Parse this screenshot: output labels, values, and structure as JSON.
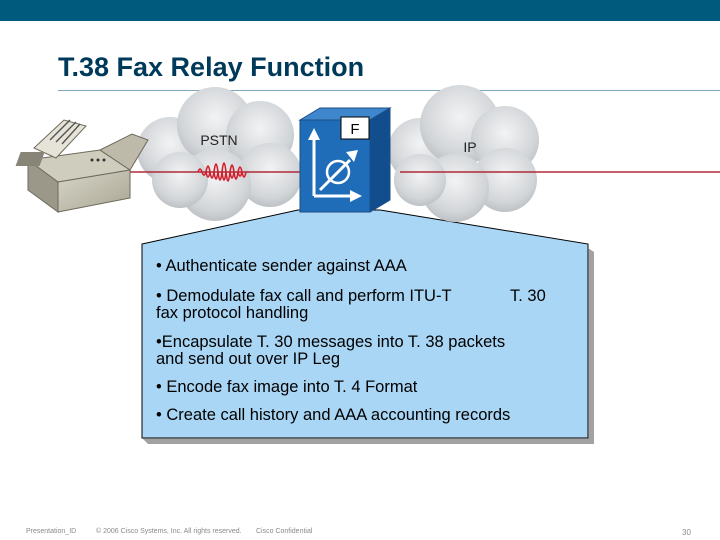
{
  "slide": {
    "title": "T.38 Fax Relay Function",
    "page_number": "30"
  },
  "diagram": {
    "pstn_label": "PSTN",
    "ip_label": "IP",
    "gateway_badge": "F"
  },
  "callout": {
    "bullet_1": "• Authenticate sender against AAA",
    "bullet_2_line_1": "• Demodulate fax call and perform ITU-T",
    "bullet_2_suffix": "T. 30",
    "bullet_2_line_2": "fax protocol handling",
    "bullet_3_line_1": "•Encapsulate T. 30 messages into T. 38 packets",
    "bullet_3_line_2": "and send out over IP Leg",
    "bullet_4": "• Encode fax image into T. 4 Format",
    "bullet_5": "• Create call history and AAA accounting records"
  },
  "footer": {
    "presentation_id": "Presentation_ID",
    "copyright": "© 2006 Cisco Systems, Inc. All rights reserved.",
    "confidential": "Cisco Confidential"
  },
  "colors": {
    "header_bar": "#005a7e",
    "title": "#003a5a",
    "callout_fill": "#a9d6f5",
    "gateway_fill": "#1f6db8",
    "link_line": "#b02a3a",
    "cloud_fill": "#d5d8dc"
  }
}
